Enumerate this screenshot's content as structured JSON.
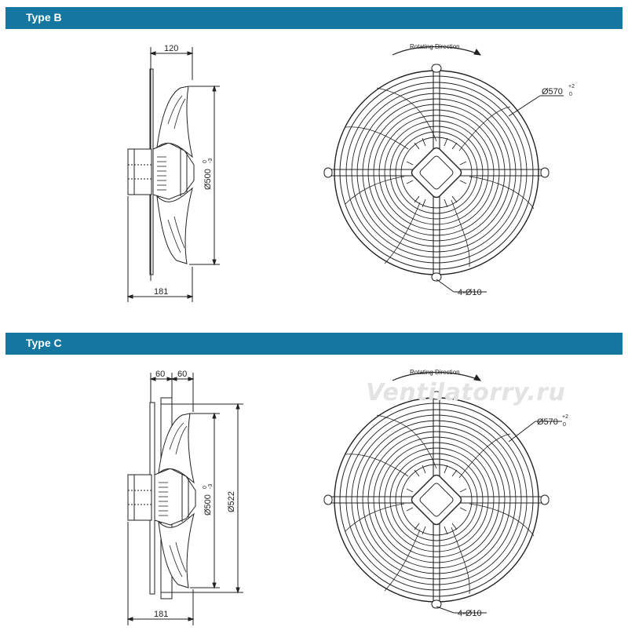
{
  "sections": [
    {
      "title": "Type B",
      "side_view": {
        "dim_depth_top": "120",
        "dim_depth_bottom": "181",
        "dim_blade_diameter": "Ø500",
        "dim_blade_tolerance_upper": "0",
        "dim_blade_tolerance_lower": "-3"
      },
      "front_view": {
        "rotating_direction": "Rotating Direction",
        "dim_grille_diameter": "Ø570",
        "dim_grille_tolerance_upper": "+2",
        "dim_grille_tolerance_lower": "0",
        "mounting_holes": "4-Ø10"
      }
    },
    {
      "title": "Type C",
      "side_view": {
        "dim_depth_left": "60",
        "dim_depth_right": "60",
        "dim_depth_bottom": "181",
        "dim_blade_diameter": "Ø500",
        "dim_blade_tolerance_upper": "0",
        "dim_blade_tolerance_lower": "-3",
        "dim_flange_diameter": "Ø522"
      },
      "front_view": {
        "rotating_direction": "Rotating Direction",
        "dim_grille_diameter": "Ø570",
        "dim_grille_tolerance_upper": "+2",
        "dim_grille_tolerance_lower": "0",
        "mounting_holes": "4-Ø10"
      }
    }
  ],
  "watermark": "Ventilatorry.ru",
  "colors": {
    "section_bar": "#1577a0",
    "line": "#222222"
  }
}
